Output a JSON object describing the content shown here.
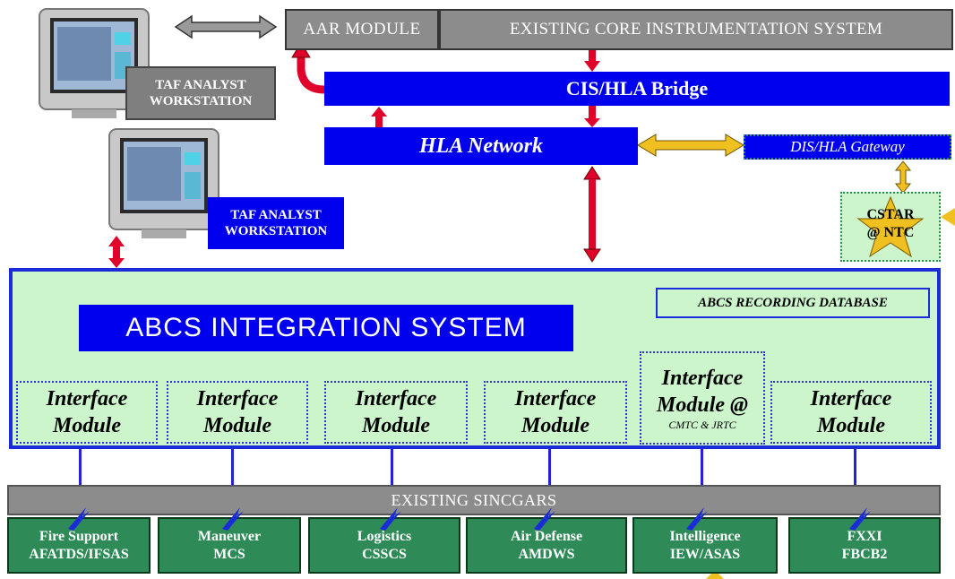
{
  "top_bar": {
    "aar_module": "AAR MODULE",
    "core_system": "EXISTING CORE INSTRUMENTATION SYSTEM"
  },
  "bridge": {
    "label": "CIS/HLA Bridge"
  },
  "network": {
    "label": "HLA Network"
  },
  "gateway": {
    "label": "DIS/HLA Gateway"
  },
  "cstar": {
    "line1": "CSTAR",
    "line2": "@ NTC"
  },
  "workstations": [
    {
      "line1": "TAF ANALYST",
      "line2": "WORKSTATION"
    },
    {
      "line1": "TAF ANALYST",
      "line2": "WORKSTATION"
    }
  ],
  "integration": {
    "title": "ABCS INTEGRATION SYSTEM",
    "database": "ABCS RECORDING DATABASE"
  },
  "interface_modules": [
    {
      "line1": "Interface",
      "line2": "Module",
      "sub": ""
    },
    {
      "line1": "Interface",
      "line2": "Module",
      "sub": ""
    },
    {
      "line1": "Interface",
      "line2": "Module",
      "sub": ""
    },
    {
      "line1": "Interface",
      "line2": "Module",
      "sub": ""
    },
    {
      "line1": "Interface",
      "line2": "Module @",
      "sub": "CMTC & JRTC"
    },
    {
      "line1": "Interface",
      "line2": "Module",
      "sub": ""
    }
  ],
  "sincgars": {
    "label": "EXISTING SINCGARS"
  },
  "systems": [
    {
      "line1": "Fire Support",
      "line2": "AFATDS/IFSAS"
    },
    {
      "line1": "Maneuver",
      "line2": "MCS"
    },
    {
      "line1": "Logistics",
      "line2": "CSSCS"
    },
    {
      "line1": "Air Defense",
      "line2": "AMDWS"
    },
    {
      "line1": "Intelligence",
      "line2": "IEW/ASAS"
    },
    {
      "line1": "FXXI",
      "line2": "FBCB2"
    }
  ],
  "colors": {
    "accent_blue": "#0000ee",
    "panel_green": "#ccf5cc",
    "system_green": "#2e8b57",
    "arrow_red": "#e0002a",
    "arrow_gold": "#f0c020",
    "gray": "#8c8c8c"
  }
}
